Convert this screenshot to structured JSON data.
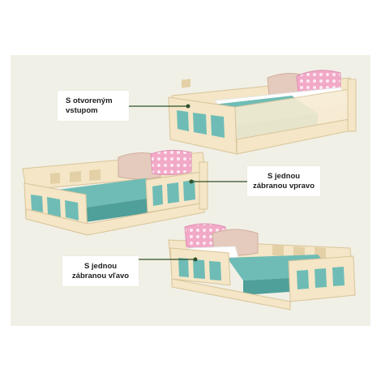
{
  "colors": {
    "background": "#f1f0e6",
    "wood": "#f4e6c6",
    "wood_shadow": "#e3d0a6",
    "mattress": "#6fbcb6",
    "mattress_dark": "#4f9f9a",
    "pillow_beige": "#e5cbbd",
    "pillow_pink": "#f2a9c8",
    "connector": "#2f4f2a"
  },
  "labels": {
    "open_entry": {
      "line1": "S otvoreným",
      "line2": "vstupom"
    },
    "one_rail_right": {
      "line1": "S jednou",
      "line2": "zábranou vpravo"
    },
    "one_rail_left": {
      "line1": "S jednou",
      "line2": "zábranou vľavo"
    }
  }
}
